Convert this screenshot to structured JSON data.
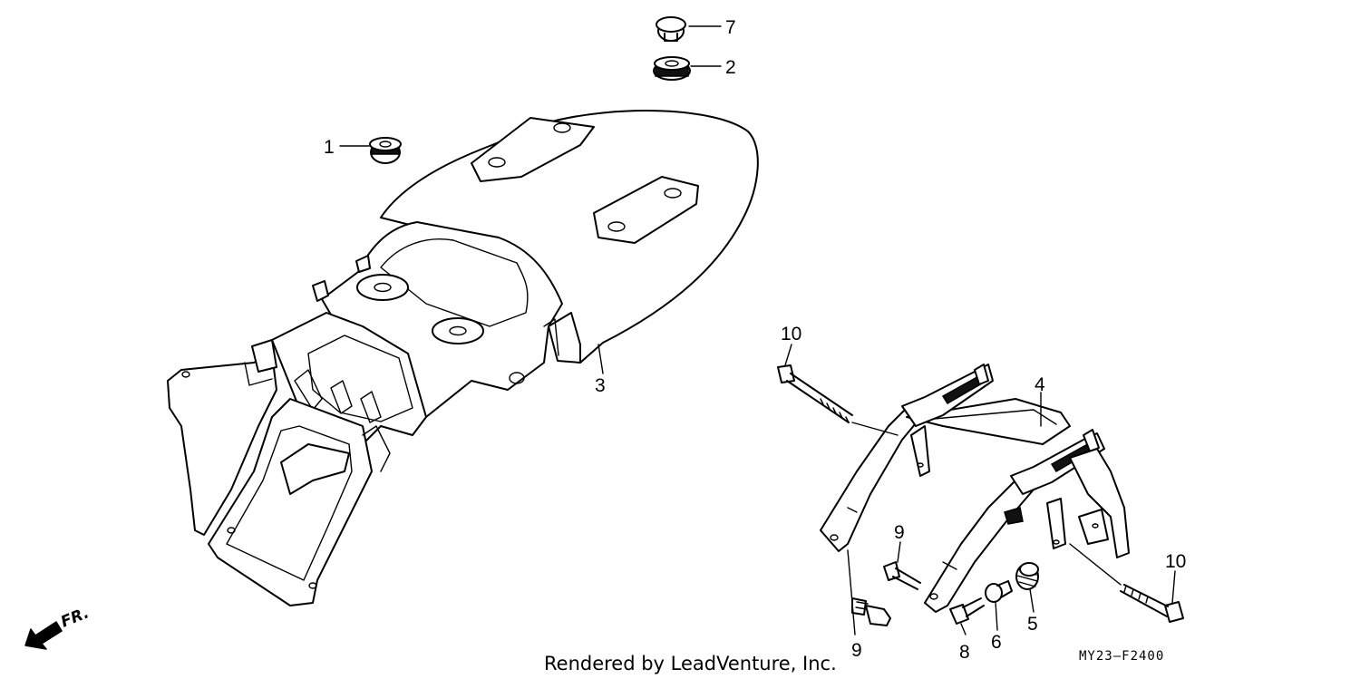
{
  "diagram": {
    "callouts": {
      "c1": "1",
      "c2": "2",
      "c3": "3",
      "c4": "4",
      "c5": "5",
      "c6": "6",
      "c7": "7",
      "c8": "8",
      "c9a": "9",
      "c9b": "9",
      "c10a": "10",
      "c10b": "10"
    },
    "direction_label": "FR.",
    "credit": "Rendered by LeadVenture, Inc.",
    "figure_code": "MY23–F2400"
  }
}
